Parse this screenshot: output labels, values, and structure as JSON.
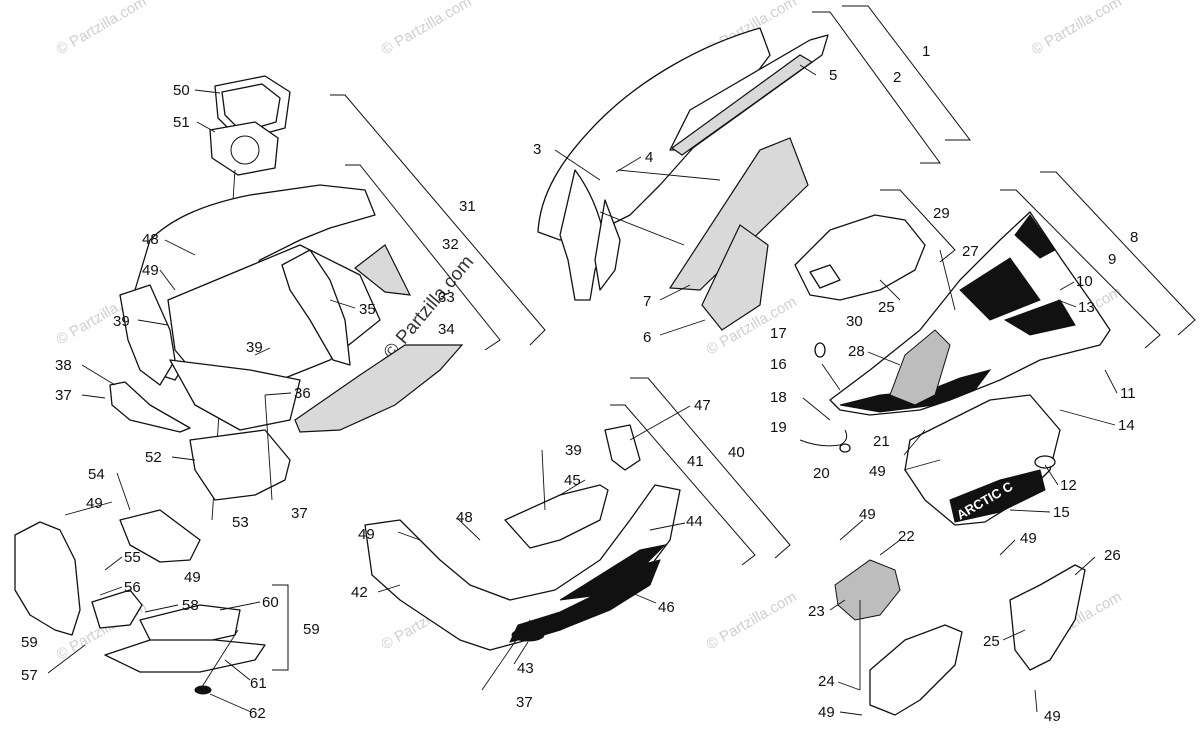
{
  "watermark": {
    "text": "© Partzilla.com"
  },
  "callouts": {
    "c1": "1",
    "c2": "2",
    "c3": "3",
    "c4": "4",
    "c5": "5",
    "c6": "6",
    "c7": "7",
    "c8": "8",
    "c9": "9",
    "c10": "10",
    "c11": "11",
    "c12": "12",
    "c13": "13",
    "c14": "14",
    "c15": "15",
    "c16": "16",
    "c17": "17",
    "c18": "18",
    "c19": "19",
    "c20": "20",
    "c21": "21",
    "c22": "22",
    "c23": "23",
    "c24": "24",
    "c25a": "25",
    "c25b": "25",
    "c26": "26",
    "c27": "27",
    "c28": "28",
    "c29": "29",
    "c30": "30",
    "c31": "31",
    "c32": "32",
    "c33": "33",
    "c34": "34",
    "c35": "35",
    "c36": "36",
    "c37a": "37",
    "c37b": "37",
    "c37c": "37",
    "c38": "38",
    "c39a": "39",
    "c39b": "39",
    "c39c": "39",
    "c40": "40",
    "c41": "41",
    "c42": "42",
    "c43": "43",
    "c44": "44",
    "c45": "45",
    "c46": "46",
    "c47": "47",
    "c48a": "48",
    "c48b": "48",
    "c49a": "49",
    "c49b": "49",
    "c49c": "49",
    "c49d": "49",
    "c49e": "49",
    "c49f": "49",
    "c49g": "49",
    "c49h": "49",
    "c50": "50",
    "c51": "51",
    "c52": "52",
    "c53": "53",
    "c54": "54",
    "c55": "55",
    "c56": "56",
    "c57": "57",
    "c58": "58",
    "c59a": "59",
    "c59b": "59",
    "c60": "60",
    "c61": "61",
    "c62": "62"
  },
  "decal_text": "ARCTIC C"
}
